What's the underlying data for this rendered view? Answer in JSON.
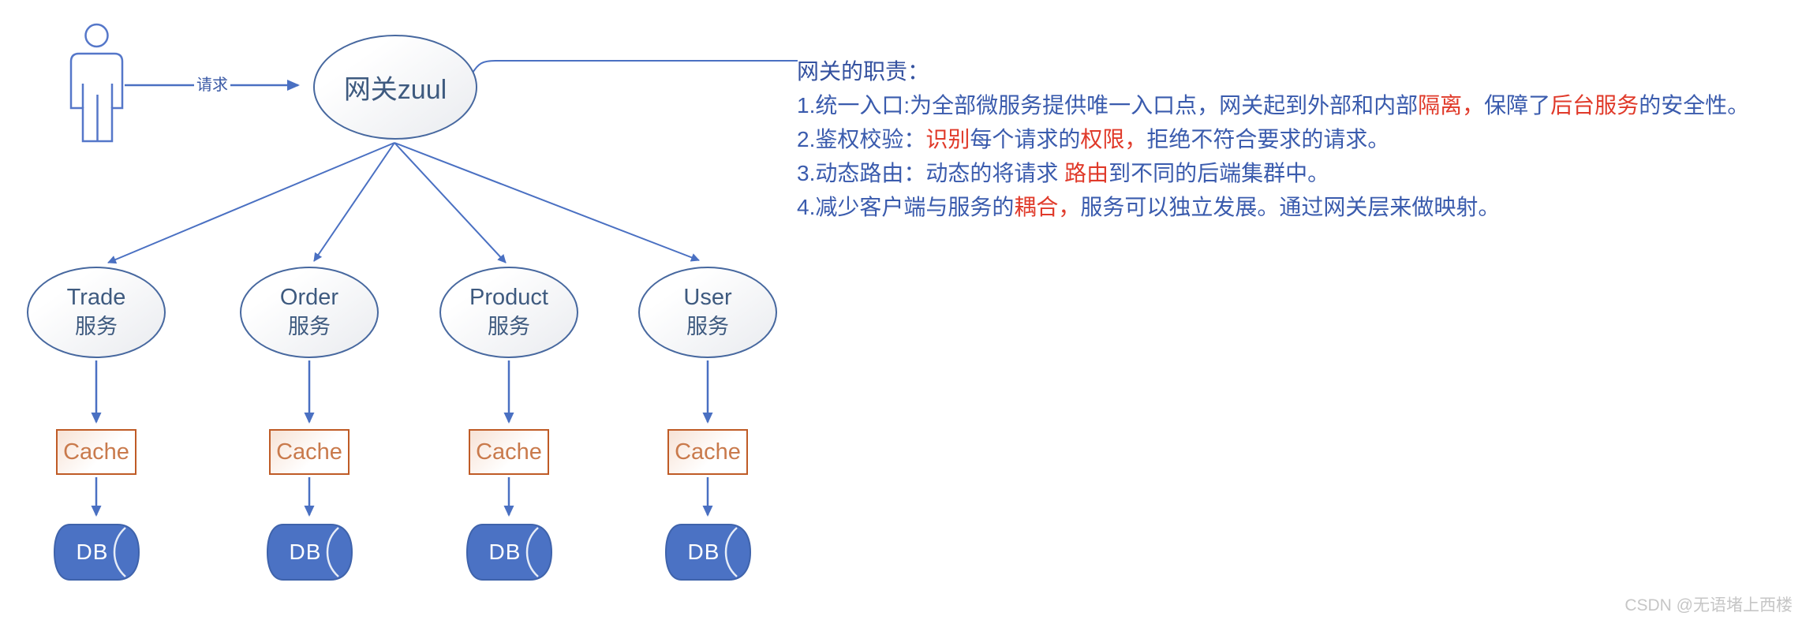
{
  "request_arrow_label": "请求",
  "gateway_label": "网关zuul",
  "responsibilities": {
    "title": "网关的职责：",
    "line1": {
      "s1": "1.统一入口:为全部微服务提供唯一入口点，网关起到外部和内部",
      "s2": "隔离，",
      "s3": "保障了",
      "s4": "后台服务",
      "s5": "的安全性。"
    },
    "line2": {
      "s1": "2.鉴权校验：",
      "s2": "识别",
      "s3": "每个请求的",
      "s4": "权限，",
      "s5": "拒绝不符合要求的请求。"
    },
    "line3": {
      "s1": "3.动态路由：动态的将请求 ",
      "s2": "路由",
      "s3": "到不同的后端集群中。"
    },
    "line4": {
      "s1": "4.减少客户端与服务的",
      "s2": "耦合，",
      "s3": "服务可以独立发展。通过网关层来做映射。"
    }
  },
  "services": [
    {
      "name": "Trade",
      "type": "服务"
    },
    {
      "name": "Order",
      "type": "服务"
    },
    {
      "name": "Product",
      "type": "服务"
    },
    {
      "name": "User",
      "type": "服务"
    }
  ],
  "cache_label": "Cache",
  "db_label": "DB",
  "watermark": "CSDN @无语堵上西楼",
  "colors": {
    "diagram_blue": "#4a70c2",
    "shape_stroke_blue": "#47689f",
    "shape_text_blue": "#3e5a7f",
    "body_text_blue": "#3a5bad",
    "highlight_red": "#e03a2a",
    "cache_orange_border": "#bf5b26",
    "cache_orange_text": "#c97a4c",
    "db_fill_blue": "#4b72c4",
    "watermark_gray": "#c6c6c6"
  }
}
